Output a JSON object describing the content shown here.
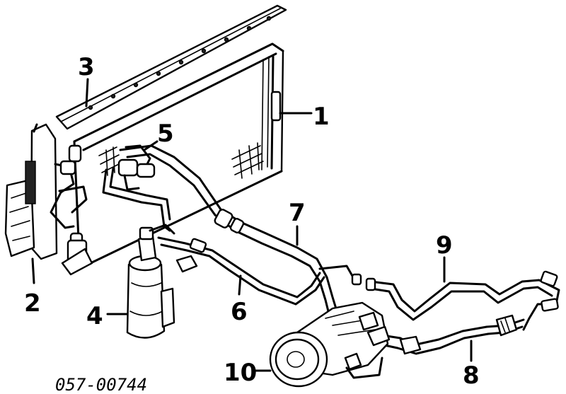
{
  "callouts": {
    "c1": "1",
    "c2": "2",
    "c3": "3",
    "c4": "4",
    "c5": "5",
    "c6": "6",
    "c7": "7",
    "c8": "8",
    "c9": "9",
    "c10": "10"
  },
  "diagram_code": "057-00744",
  "colors": {
    "ink": "#000000",
    "paper": "#ffffff"
  }
}
